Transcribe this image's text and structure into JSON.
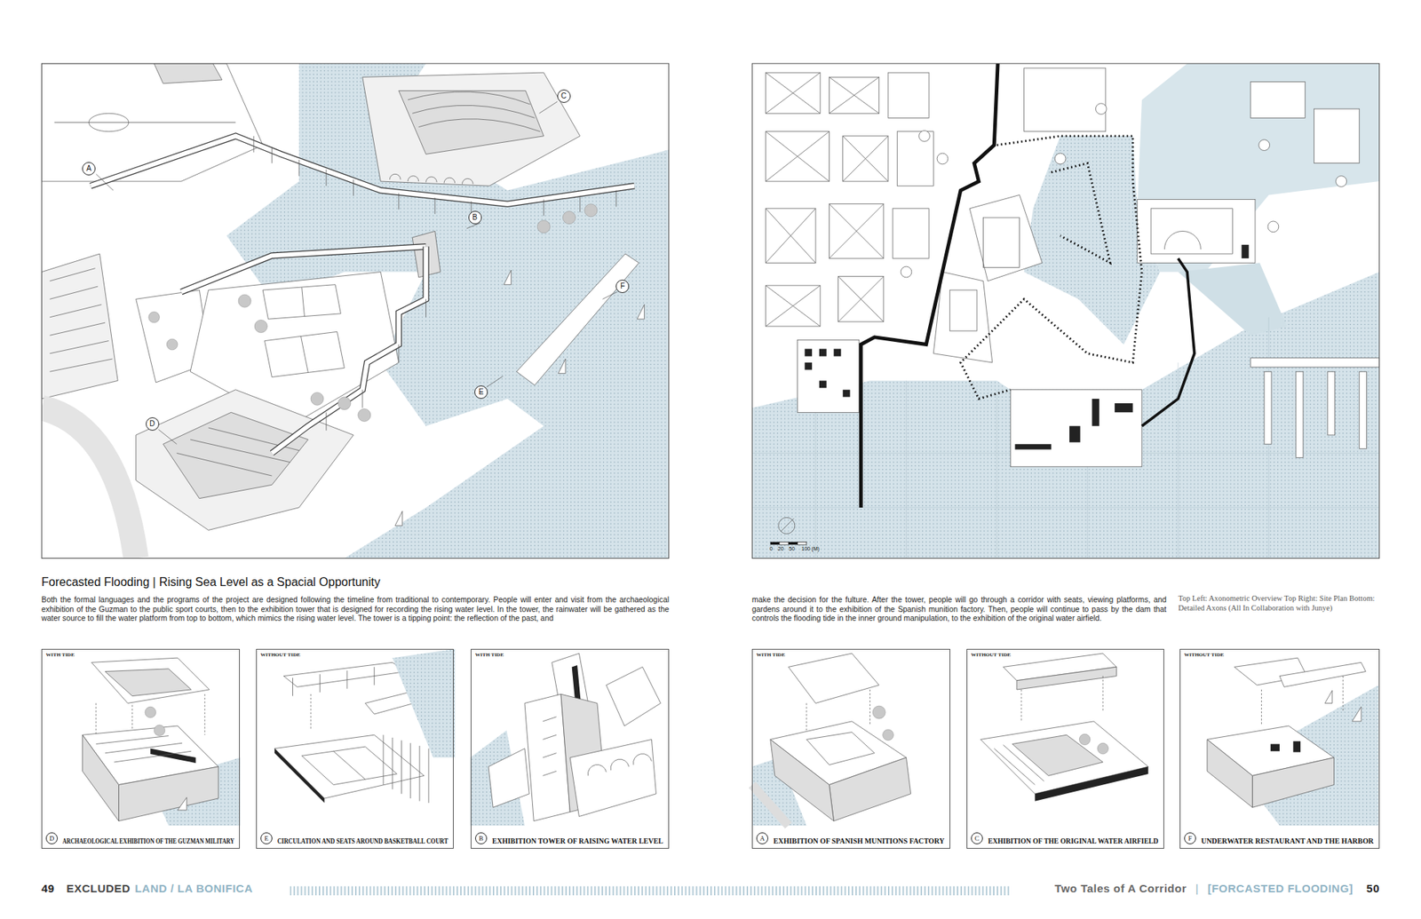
{
  "diagram": {
    "title": "Forecasted Flooding | Rising Sea Level as a Spacial Opportunity",
    "caption": "Top Left: Axonometric Overview Top Right: Site Plan Bottom: Detailed Axons (All In Collaboration with Junye)",
    "nodes": [
      {
        "text": [
          "WITH TIDE",
          "D",
          "ARCHAEOLOGICAL EXHIBITION OF THE GUZMAN MILITARY"
        ]
      },
      {
        "text": [
          "WITHOUT TIDE",
          "E",
          "CIRCULATION AND SEATS AROUND BASKETBALL COURT"
        ]
      },
      {
        "text": [
          "WITH TIDE",
          "B",
          "EXHIBITION TOWER OF RAISING WATER LEVEL"
        ]
      },
      {
        "text": [
          "WITH TIDE",
          "A",
          "EXHIBITION OF SPANISH MUNITIONS FACTORY"
        ]
      },
      {
        "text": [
          "WITHOUT TIDE",
          "C",
          "EXHIBITION OF THE ORIGINAL WATER AIRFIELD"
        ]
      },
      {
        "text": [
          "WITHOUT TIDE",
          "F",
          "UNDERWATER RESTAURANT AND THE HARBOR"
        ]
      }
    ],
    "labels": [
      "Both the formal languages and the programs of the project are designed following the timeline from traditional to contemporary. People will enter and visit from the archaeological exhibition of the Guzman to the public sport courts, then to the exhibition tower that is designed for recording the rising water level. In the tower, the rainwater will be gathered as the water source to fill the water platform from top to bottom, which mimics the rising water level. The tower is a tipping point: the reflection of the past, and",
      "make the decision for the fulture. After the tower, people will go through a corridor with seats, viewing platforms, and gardens around it to the exhibition of the Spanish munition factory. Then, people will continue to pass by the dam that controls the flooding tide in the inner ground manipulation, to the exhibition of the original water airfield.",
      "A",
      "B",
      "C",
      "D",
      "E",
      "F",
      "0",
      "20",
      "50",
      "100 (M)",
      "49",
      "EXCLUDED",
      "LAND / LA BONIFICA",
      "Two Tales of A Corridor",
      "|",
      "[FORCASTED FLOODING]",
      "50"
    ]
  }
}
